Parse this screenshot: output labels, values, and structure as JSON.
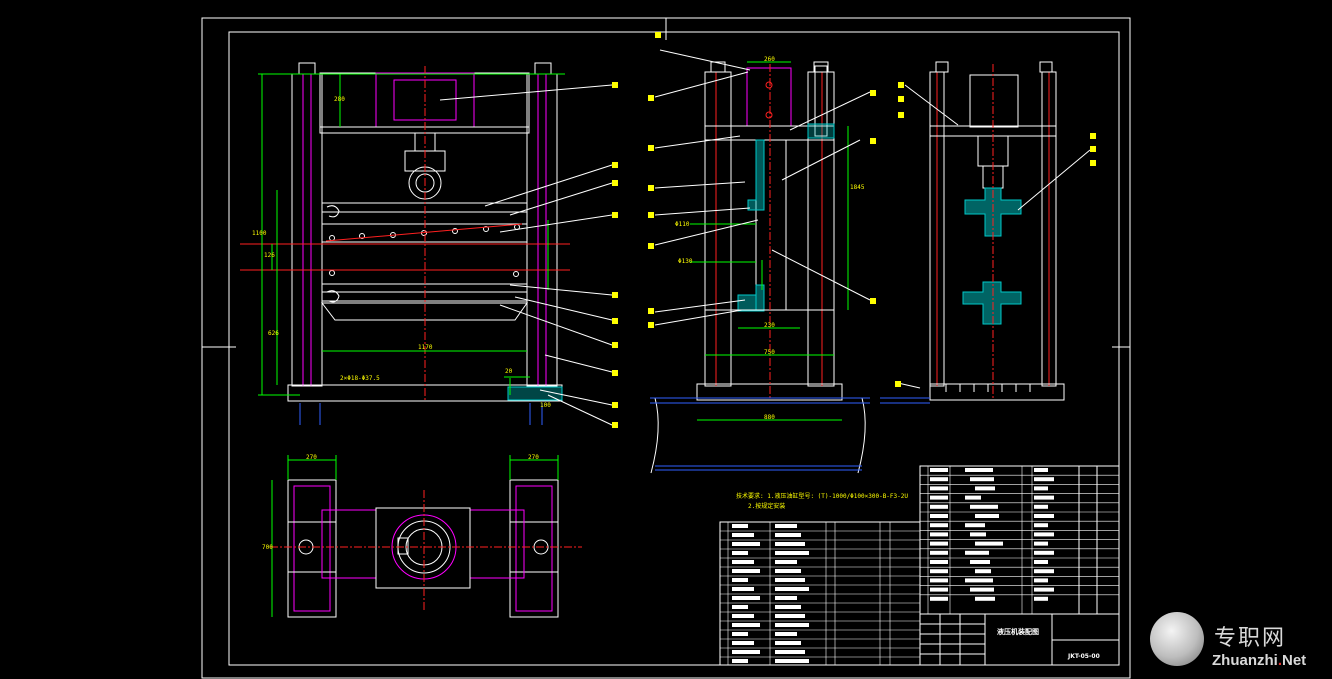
{
  "drawing": {
    "title_block_name": "液压机装配图",
    "drawing_number": "JKT-05-00",
    "technical_note_line1": "技术要求: 1.液压油缸型号: (T)-1000/Φ100×300-B-F3-2U",
    "technical_note_line2": "2.按规定安装"
  },
  "dimensions": {
    "front_top": "280",
    "front_height_total": "1100",
    "front_mid": "126",
    "front_lower": "626",
    "front_width": "1170",
    "front_base_note": "2×Φ18-Φ37.5",
    "front_right_a": "20",
    "front_right_b": "100",
    "side_top": "260",
    "side_height": "1845",
    "side_width": "750",
    "side_base": "880",
    "side_inner": "230",
    "side_d1": "Φ130",
    "side_d2": "Φ110",
    "plan_left": "270",
    "plan_right": "270",
    "plan_height": "700"
  },
  "watermark": {
    "cn": "专职网",
    "en_main": "Zhuanzhi",
    "en_dot": ".",
    "en_tld": "Net"
  },
  "colors": {
    "background": "#000000",
    "frame": "#ffffff",
    "part_outline": "#ffffff",
    "member": "#ff00ff",
    "centerline": "#ff2020",
    "dimension": "#00ff00",
    "leader": "#ffffff",
    "section_fill": "#00c8c8",
    "callout": "#ffff00",
    "ground": "#3060ff"
  }
}
